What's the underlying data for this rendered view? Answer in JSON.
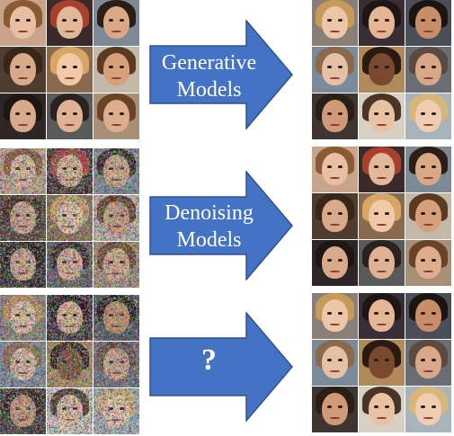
{
  "arrows": [
    {
      "label_line1": "Generative",
      "label_line2": "Models"
    },
    {
      "label_line1": "Denoising",
      "label_line2": "Models"
    },
    {
      "label_line1": "?",
      "label_line2": ""
    }
  ],
  "colors": {
    "arrow_fill": "#4472c4",
    "arrow_stroke": "#2f528f",
    "background": "#ffffff"
  },
  "panels": [
    {
      "id": "row1-input",
      "content": "clean celebrity face grid",
      "noisy": false
    },
    {
      "id": "row1-output",
      "content": "clean celebrity face grid",
      "noisy": false
    },
    {
      "id": "row2-input",
      "content": "noisy celebrity face grid",
      "noisy": true
    },
    {
      "id": "row2-output",
      "content": "clean celebrity face grid",
      "noisy": false
    },
    {
      "id": "row3-input",
      "content": "noisy celebrity face grid",
      "noisy": true
    },
    {
      "id": "row3-output",
      "content": "clean celebrity face grid",
      "noisy": false
    }
  ]
}
